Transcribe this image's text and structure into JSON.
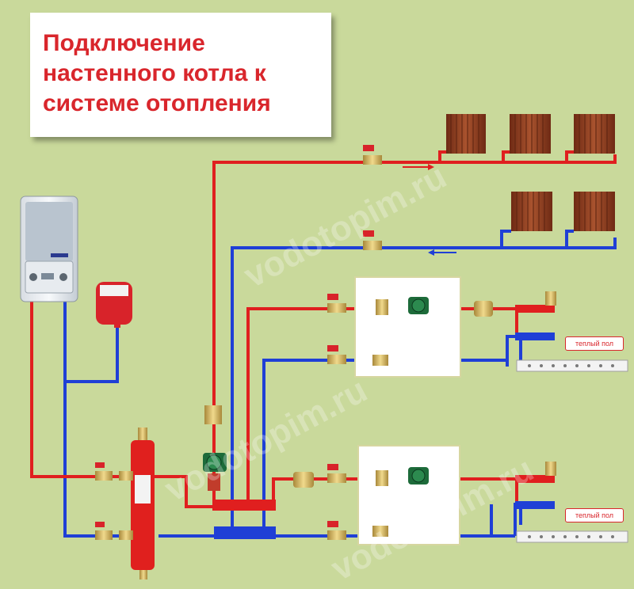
{
  "title": {
    "lines": [
      "Подключение",
      "настенного котла к",
      "системе отопления"
    ]
  },
  "floor_heating": {
    "label_1": "теплый пол",
    "label_2": "теплый пол"
  },
  "watermark": {
    "text_1": "vodotopim.ru",
    "text_2": "vodotopim.ru",
    "text_3": "vodotopim.ru"
  },
  "colors": {
    "background": "#c9d99b",
    "supply_pipe": "#e01f1f",
    "return_pipe": "#1f3fd6",
    "title_text": "#d9262c",
    "radiator": "#8b3a1e",
    "expansion_tank": "#d8232a",
    "hydro_separator": "#e0201e",
    "pump": "#1d6b3a"
  }
}
